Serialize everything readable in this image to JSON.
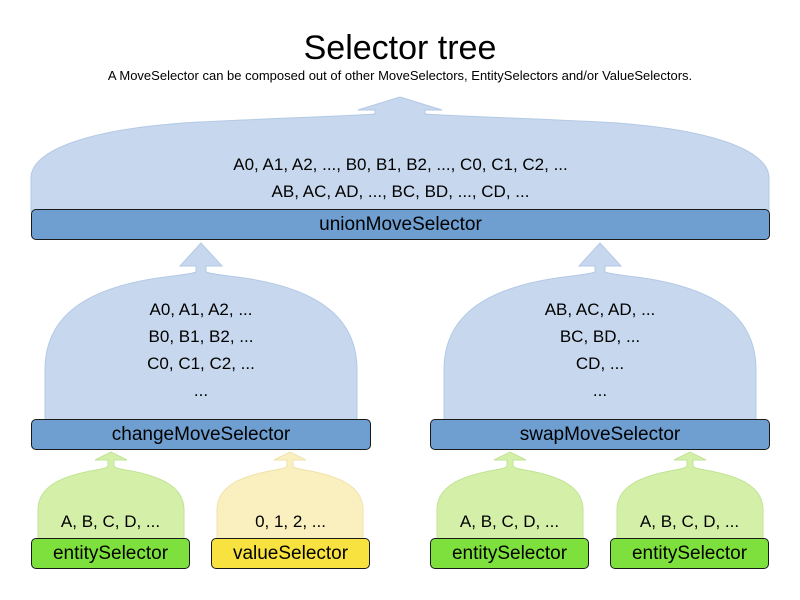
{
  "header": {
    "title": "Selector tree",
    "subtitle": "A MoveSelector can be composed out of other MoveSelectors, EntitySelectors and/or ValueSelectors."
  },
  "colors": {
    "blue_box": "#6f9fd0",
    "blue_fill": "#c7d8ee",
    "green_box": "#7ee03c",
    "green_fill": "#d4f0a8",
    "yellow_box": "#f8e23f",
    "yellow_fill": "#faefbe",
    "stroke": "#1a1a1a",
    "background": "#ffffff"
  },
  "nodes": {
    "union": {
      "label": "unionMoveSelector",
      "lines": [
        "A0, A1, A2, ..., B0, B1, B2, ..., C0, C1, C2, ...",
        "AB, AC, AD, ..., BC, BD, ..., CD, ..."
      ]
    },
    "change": {
      "label": "changeMoveSelector",
      "lines": [
        "A0, A1, A2, ...",
        "B0, B1, B2, ...",
        "C0, C1, C2, ...",
        "..."
      ]
    },
    "swap": {
      "label": "swapMoveSelector",
      "lines": [
        "AB, AC, AD, ...",
        "BC, BD, ...",
        "CD, ...",
        "..."
      ]
    },
    "entity1": {
      "label": "entitySelector",
      "lines": [
        "A, B, C, D, ..."
      ]
    },
    "value1": {
      "label": "valueSelector",
      "lines": [
        "0, 1, 2, ..."
      ]
    },
    "entity2": {
      "label": "entitySelector",
      "lines": [
        "A, B, C, D, ..."
      ]
    },
    "entity3": {
      "label": "entitySelector",
      "lines": [
        "A, B, C, D, ..."
      ]
    }
  }
}
